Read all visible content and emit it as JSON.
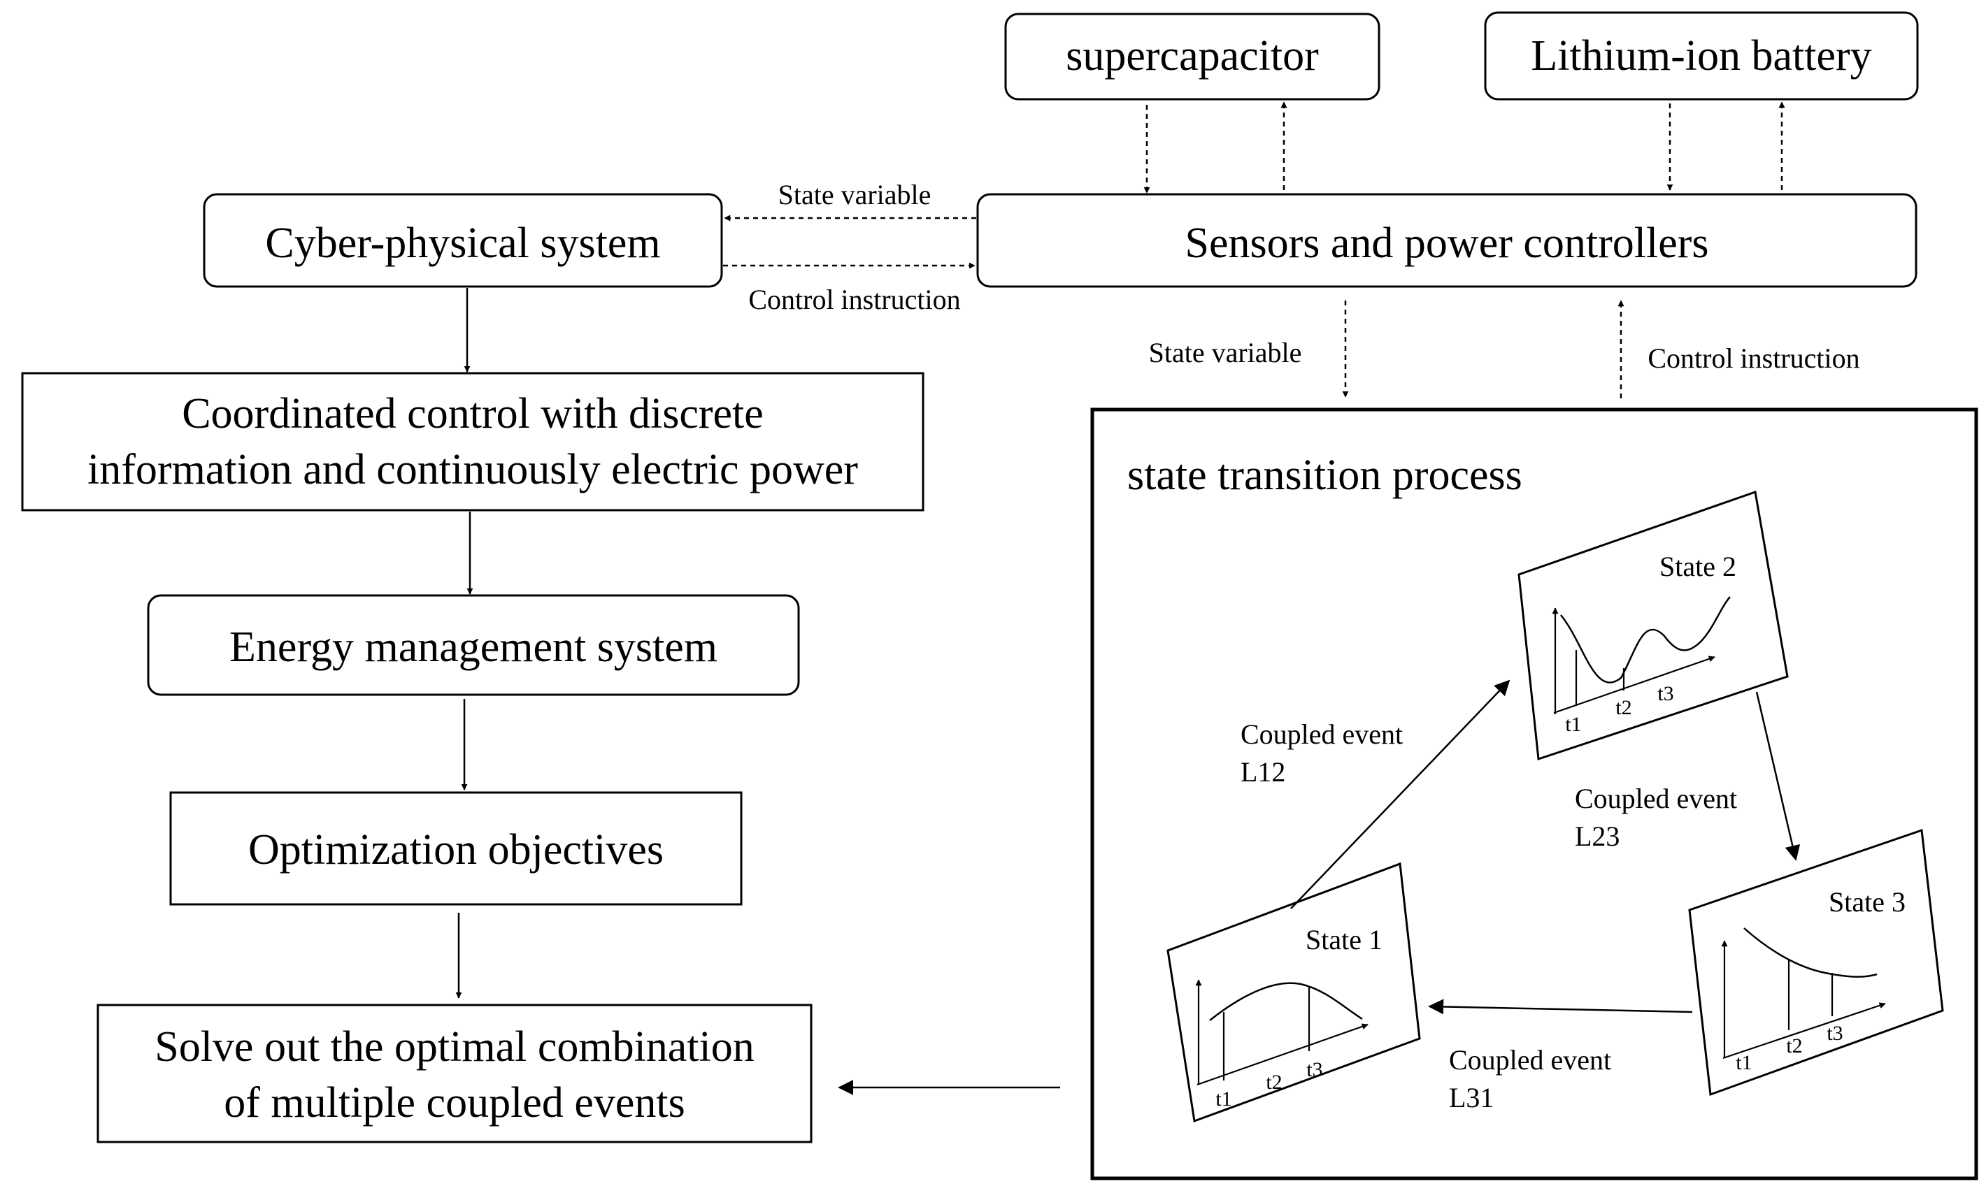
{
  "nodes": {
    "supercapacitor": "supercapacitor",
    "battery": "Lithium-ion battery",
    "cps": "Cyber-physical system",
    "sensors": "Sensors and power controllers",
    "coordinated_line1": "Coordinated control with discrete",
    "coordinated_line2": "information and continuously electric power",
    "ems": "Energy management system",
    "objectives": "Optimization objectives",
    "solve_line1": "Solve out the optimal combination",
    "solve_line2": "of multiple coupled events"
  },
  "edge_labels": {
    "state_variable_top": "State variable",
    "control_instruction_top": "Control instruction",
    "state_variable_mid": "State variable",
    "control_instruction_mid": "Control instruction"
  },
  "state_transition": {
    "title": "state transition process",
    "states": [
      {
        "label": "State 1",
        "ticks": [
          "t1",
          "t2",
          "t3"
        ]
      },
      {
        "label": "State 2",
        "ticks": [
          "t1",
          "t2",
          "t3"
        ]
      },
      {
        "label": "State 3",
        "ticks": [
          "t1",
          "t2",
          "t3"
        ]
      }
    ],
    "events": [
      {
        "line1": "Coupled event",
        "line2": "L12"
      },
      {
        "line1": "Coupled event",
        "line2": "L23"
      },
      {
        "line1": "Coupled event",
        "line2": "L31"
      }
    ]
  }
}
